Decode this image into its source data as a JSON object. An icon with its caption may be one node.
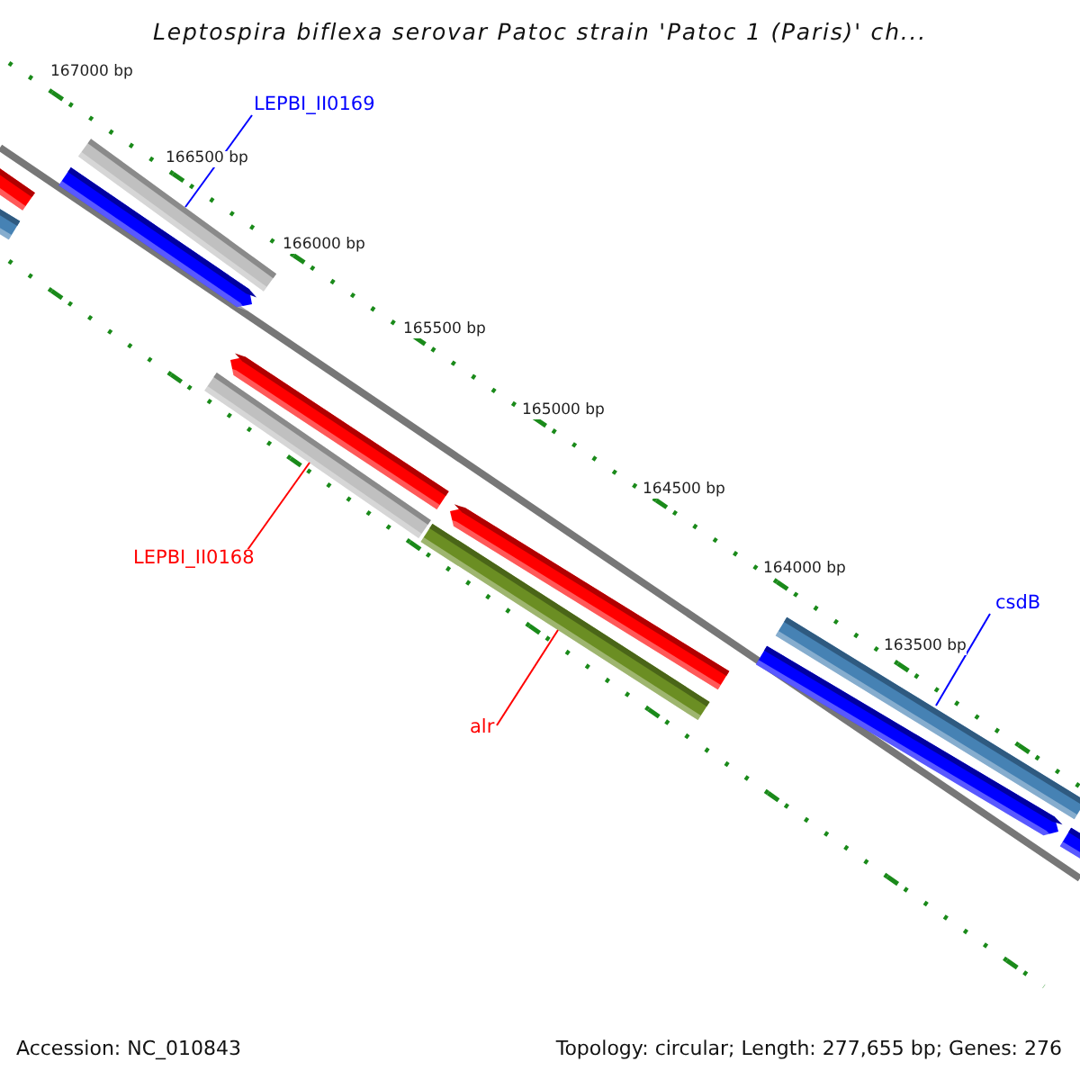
{
  "diagram": {
    "title": "Leptospira biflexa serovar Patoc strain 'Patoc 1 (Paris)' ch...",
    "nodes": [
      {
        "text": [],
        "shape": "bar"
      },
      {
        "text": [],
        "shape": "bar"
      },
      {
        "text": [
          "LEPBI_II0169"
        ]
      },
      {
        "text": [],
        "shape": "bar"
      },
      {
        "text": [],
        "shape": "bar"
      },
      {
        "text": [],
        "shape": "bar"
      },
      {
        "text": [],
        "shape": "bar"
      },
      {
        "text": [
          "LEPBI_II0168"
        ]
      },
      {
        "text": [],
        "shape": "bar"
      },
      {
        "text": [],
        "shape": "bar"
      },
      {
        "text": [
          "alr"
        ]
      },
      {
        "text": [
          "csdB"
        ]
      },
      {
        "text": [],
        "shape": "bar"
      },
      {
        "text": [],
        "shape": "bar"
      },
      {
        "text": [],
        "shape": "bar"
      }
    ],
    "edges": [
      {
        "from": 2,
        "to": 3,
        "arrow": "none",
        "color": "#0000ff"
      },
      {
        "from": 7,
        "to": 6,
        "arrow": "none",
        "color": "#ff0000"
      },
      {
        "from": 10,
        "to": 9,
        "arrow": "none",
        "color": "#ff0000"
      },
      {
        "from": 11,
        "to": 12,
        "arrow": "none",
        "color": "#0000ff"
      }
    ],
    "labels": [
      "167000 bp",
      "166500 bp",
      "166000 bp",
      "165500 bp",
      "165000 bp",
      "164500 bp",
      "164000 bp",
      "163500 bp",
      "Accession: NC_010843",
      "Topology: circular; Length: 277,655 bp; Genes: 276"
    ]
  }
}
